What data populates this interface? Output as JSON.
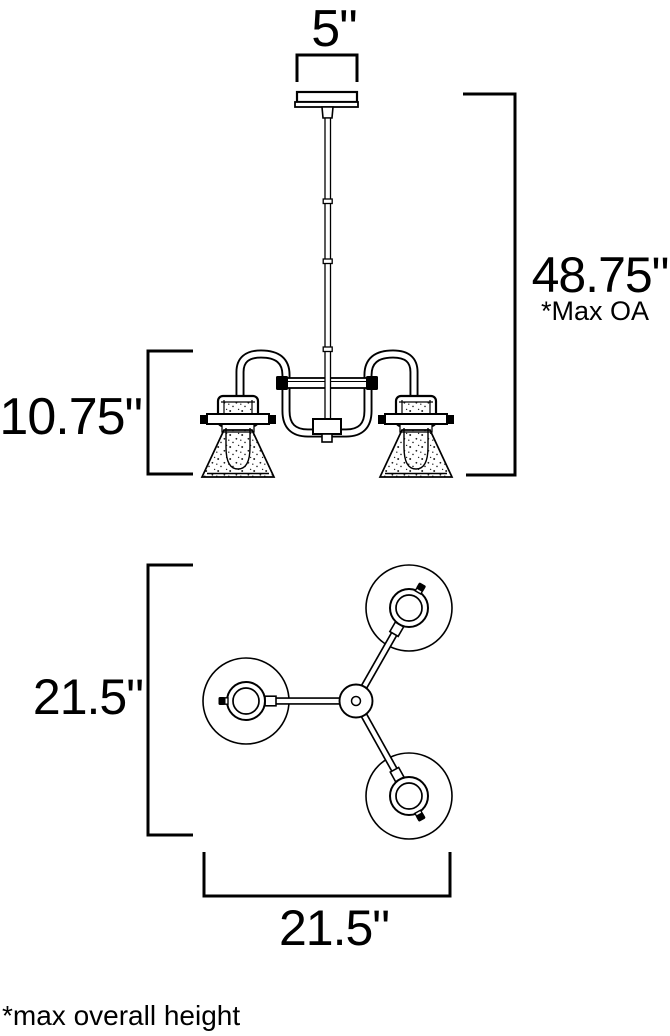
{
  "front_view": {
    "canopy_width_label": "5\"",
    "overall_height_label": "48.75\"",
    "overall_height_note": "*Max OA",
    "fixture_height_label": "10.75\""
  },
  "top_view": {
    "height_label": "21.5\"",
    "width_label": "21.5\""
  },
  "footnote": "*max overall height",
  "colors": {
    "line": "#000000",
    "background": "#ffffff"
  }
}
